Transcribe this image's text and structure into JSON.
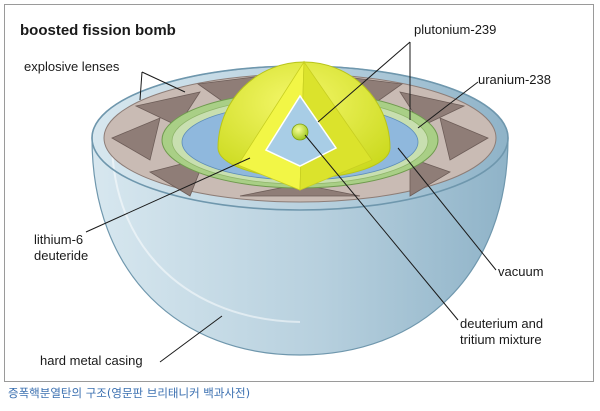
{
  "title": "boosted fission bomb",
  "labels": {
    "plutonium": "plutonium-239",
    "explosive_lenses": "explosive lenses",
    "uranium": "uranium-238",
    "lithium_line1": "lithium-6",
    "lithium_line2": "deuteride",
    "vacuum": "vacuum",
    "deuterium_line1": "deuterium and",
    "deuterium_line2": "tritium mixture",
    "casing": "hard metal casing"
  },
  "caption": "증폭핵분열탄의 구조(영문판 브리태니커 백과사전)",
  "colors": {
    "casing": "#b9d2df",
    "lens": "#c7b8b2",
    "uranium": "#a9cf86",
    "vacuum": "#8fb8dd",
    "plutonium": "#e6ee2e",
    "core": "#a8cde6",
    "caption": "#3a6fb0"
  }
}
